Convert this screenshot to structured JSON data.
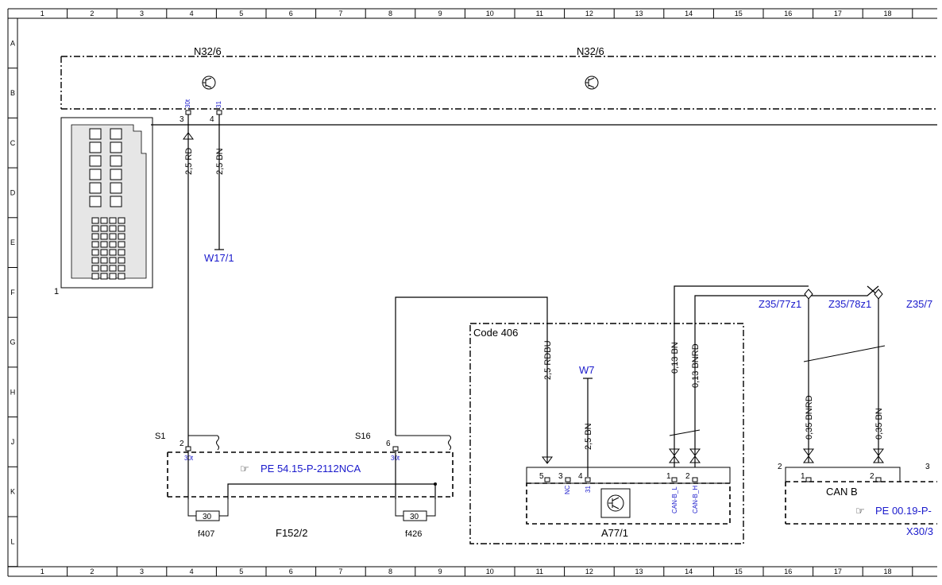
{
  "grid": {
    "cols": [
      "1",
      "2",
      "3",
      "4",
      "5",
      "6",
      "7",
      "8",
      "9",
      "10",
      "11",
      "12",
      "13",
      "14",
      "15",
      "16",
      "17",
      "18"
    ],
    "rows": [
      "A",
      "B",
      "C",
      "D",
      "E",
      "F",
      "G",
      "H",
      "J",
      "K",
      "L"
    ]
  },
  "components": {
    "n32_left": "N32/6",
    "n32_right": "N32/6",
    "item1": "1",
    "w17": "W17/1",
    "w7": "W7",
    "code406": "Code 406",
    "s1": "S1",
    "s16": "S16",
    "f407": "f407",
    "f152": "F152/2",
    "f426": "f426",
    "a77": "A77/1",
    "z35_77": "Z35/77z1",
    "z35_78": "Z35/78z1",
    "z35_cut": "Z35/7",
    "can_b": "CAN B",
    "x30": "X30/3"
  },
  "wires": {
    "rd": "2,5 RD",
    "bn_w17": "2,5 BN",
    "rdbu": "2,5 RDBU",
    "bn_w7": "2,5 BN",
    "bn_013": "0,13 BN",
    "bnrd_013": "0,13 BNRD",
    "bnrd_035": "0,35 BNRD",
    "bn_035": "0,35 BN"
  },
  "pins": {
    "n32_p3": "3",
    "n32_p4": "4",
    "n32_30t": "30t",
    "n32_31": "31",
    "s1_p2": "2",
    "s1_30t": "30t",
    "s16_p6": "6",
    "s16_30t": "30t",
    "fuse_407": "30",
    "fuse_426": "30",
    "a77_p5": "5",
    "a77_p3": "3",
    "a77_p4": "4",
    "a77_p1": "1",
    "a77_p2": "2",
    "a77_nc": "NC",
    "a77_31": "31",
    "a77_canl": "CAN-B_L",
    "a77_canh": "CAN-B_H",
    "x30_p2": "2",
    "x30_p3": "3",
    "x30_in1": "1",
    "x30_in2": "2"
  },
  "references": {
    "pe1": "PE 54.15-P-2112NCA",
    "pe2": "PE 00.19-P-"
  },
  "colors": {
    "link": "#1a1acc",
    "line": "#000000"
  },
  "icons": [
    "transistor-icon",
    "hand-pointer-icon",
    "connector-block-icon",
    "fuse-icon"
  ]
}
